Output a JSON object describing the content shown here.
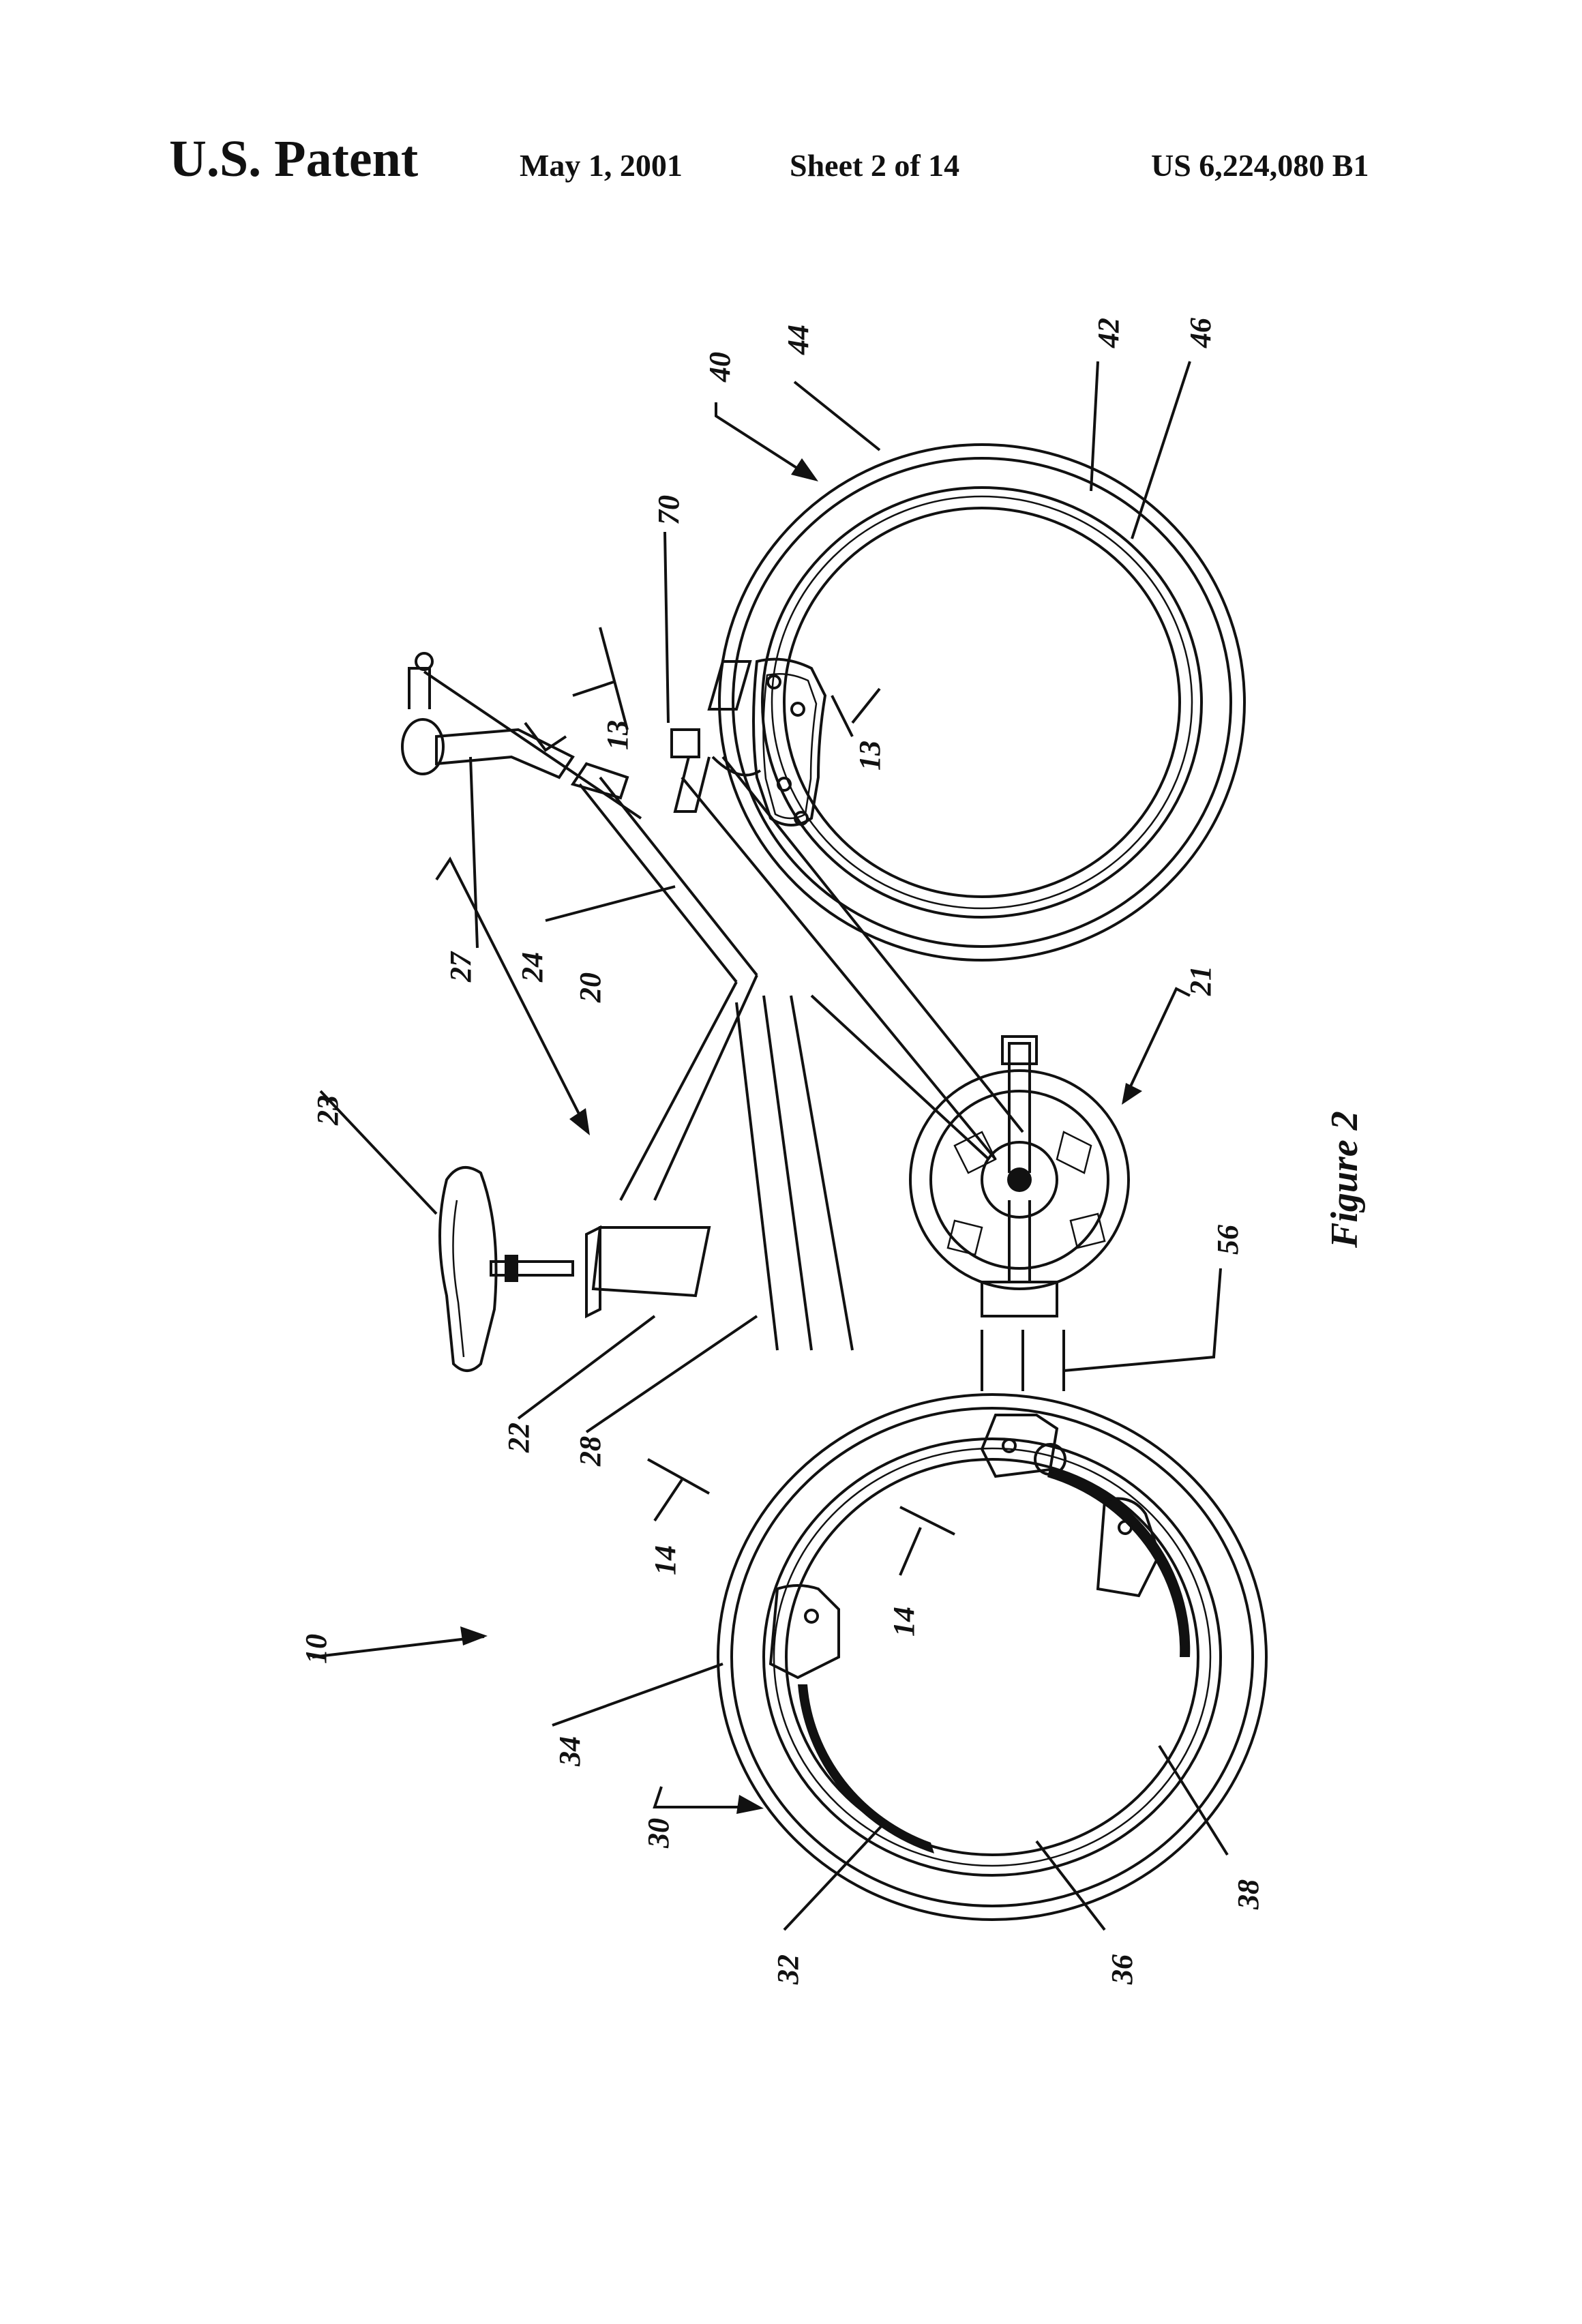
{
  "header": {
    "title": "U.S. Patent",
    "date": "May 1, 2001",
    "sheet": "Sheet 2 of 14",
    "patent_number": "US 6,224,080 B1"
  },
  "figure": {
    "caption": "Figure 2",
    "labels": {
      "l10": "10",
      "l20": "20",
      "l21": "21",
      "l22": "22",
      "l23": "23",
      "l24": "24",
      "l27": "27",
      "l28": "28",
      "l30": "30",
      "l32": "32",
      "l34": "34",
      "l36": "36",
      "l38": "38",
      "l40": "40",
      "l42": "42",
      "l44": "44",
      "l46": "46",
      "l56": "56",
      "l70": "70",
      "s13a": "13",
      "s13b": "13",
      "s14a": "14",
      "s14b": "14"
    }
  }
}
